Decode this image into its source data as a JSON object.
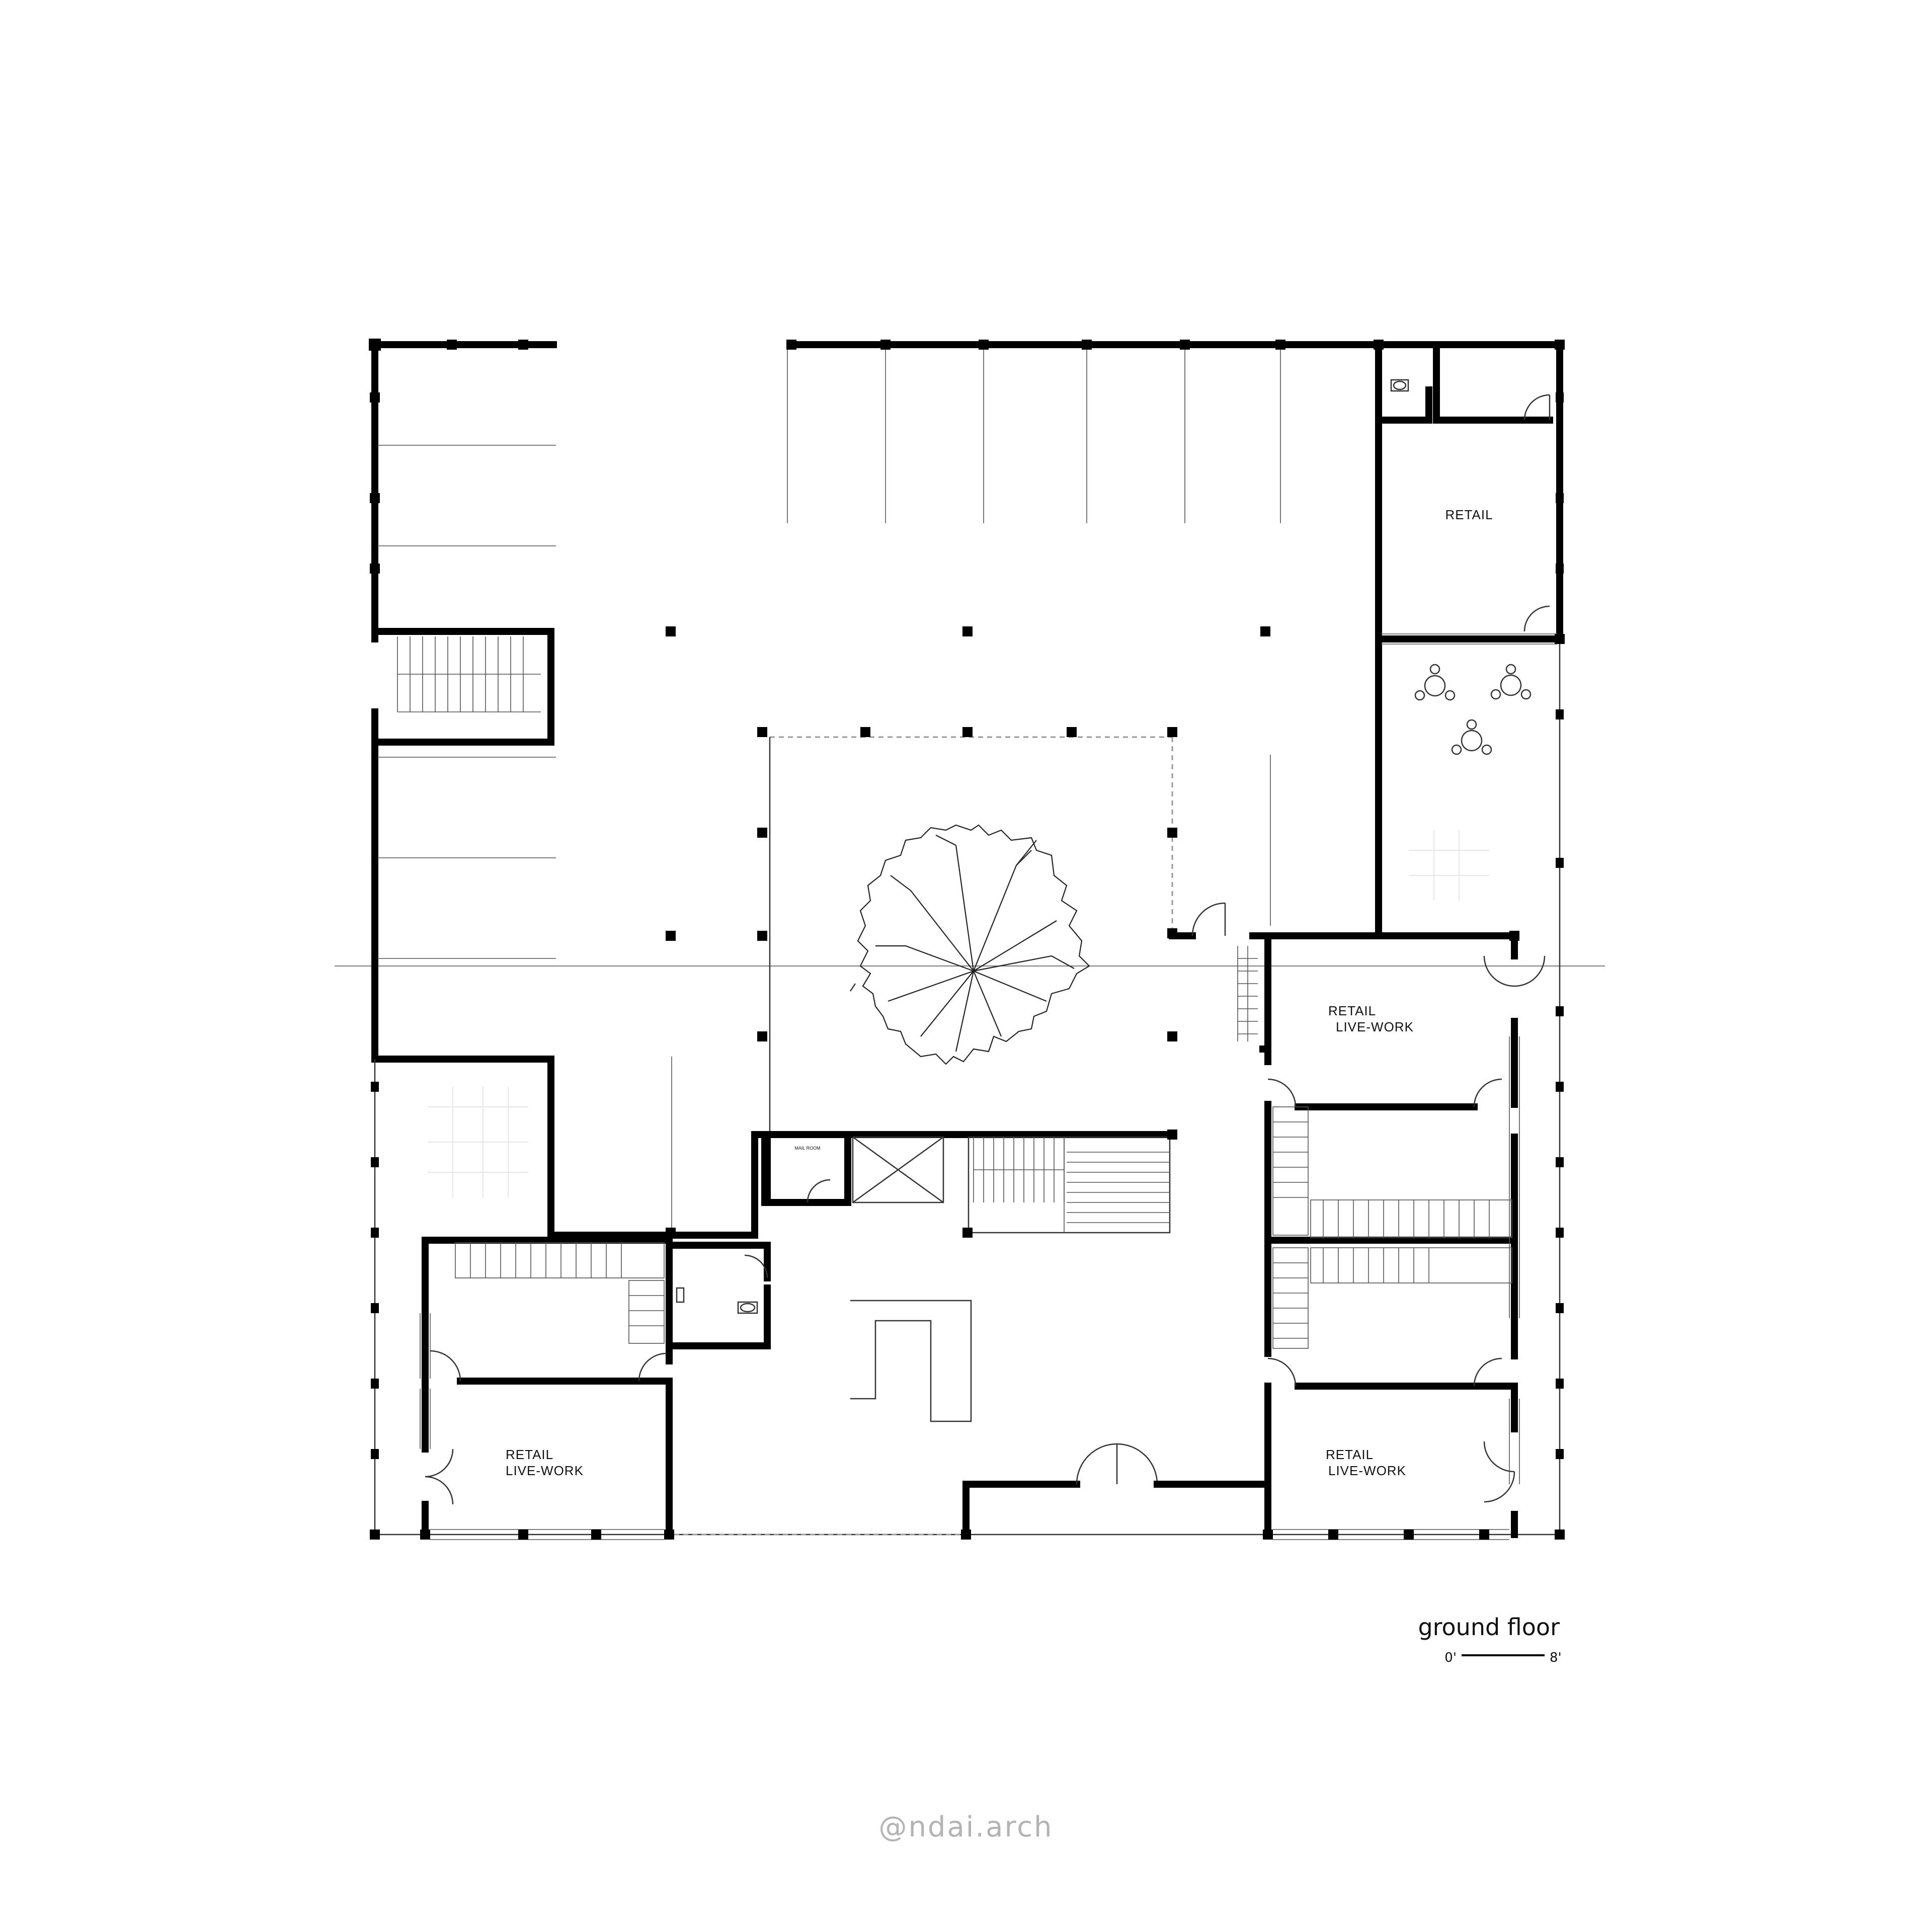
{
  "drawing": {
    "title": "ground floor",
    "scale_start": "0'",
    "scale_end": "8'"
  },
  "rooms": {
    "retail_top_right": "RETAIL",
    "retail_live_work_mid": [
      "RETAIL",
      "LIVE-WORK"
    ],
    "retail_live_work_bottom_left": [
      "RETAIL",
      "LIVE-WORK"
    ],
    "retail_live_work_bottom_right": [
      "RETAIL",
      "LIVE-WORK"
    ],
    "mail_room": "MAIL ROOM"
  },
  "watermark": "@ndai.arch"
}
